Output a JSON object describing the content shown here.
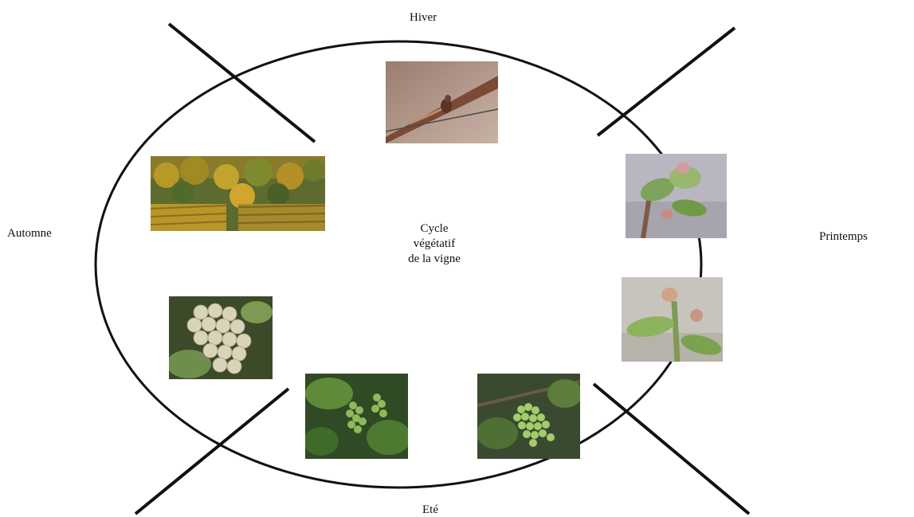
{
  "seasons": {
    "winter": "Hiver",
    "spring": "Printemps",
    "summer": "Eté",
    "autumn": "Automne"
  },
  "center": {
    "line1": "Cycle",
    "line2": "végétatif",
    "line3": "de la vigne"
  },
  "colors": {
    "line": "#111111",
    "background": "#ffffff"
  }
}
